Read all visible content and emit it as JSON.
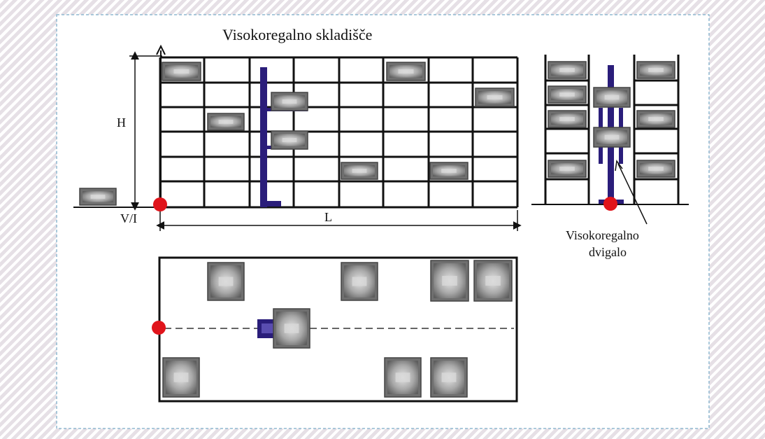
{
  "title": "Visokoregalno skladišče",
  "labels": {
    "height": "H",
    "length": "L",
    "io_point": "V/I",
    "crane_line1": "Visokoregalno",
    "crane_line2": "dvigalo"
  },
  "colors": {
    "frame": "#111111",
    "crane": "#2a1d7a",
    "box_outer": "#6f6f6f",
    "box_inner": "#c9c9c9",
    "io_marker": "#e0141b",
    "panel_border": "#8fb8d0",
    "panel_fill": "#ffffff"
  },
  "views": [
    "front-elevation",
    "side-elevation",
    "plan-view"
  ]
}
